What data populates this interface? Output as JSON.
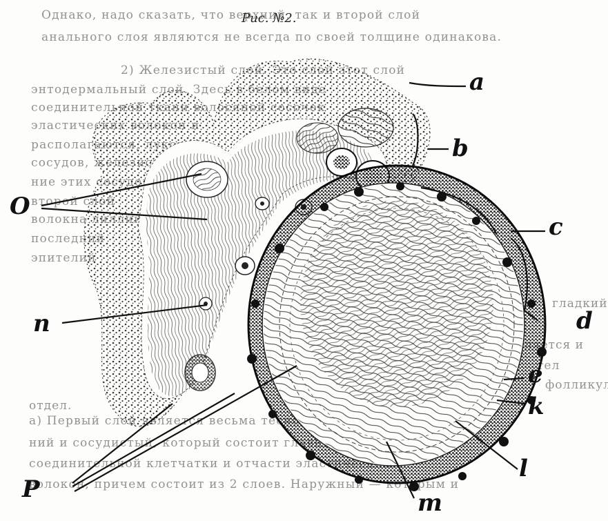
{
  "figure": {
    "caption": "Рис. №2.",
    "labels": {
      "O": "O",
      "n": "n",
      "P": "P",
      "a": "a",
      "b": "b",
      "c": "c",
      "d": "d",
      "e": "e",
      "k": "k",
      "l": "l",
      "m": "m"
    }
  },
  "background_text": {
    "lines": [
      "Однако, надо сказать, что верхний, так и второй слой",
      "анального слоя являются не всегда по своей толщине одинакова.",
      "2) Железистый слой. Это слой этот слой",
      "энтодермальный слой. Здесь в белом виде",
      "соединительной ткани волосяной сосочек",
      "эластических волокон и",
      "располагаются, луковица",
      "сосудов, железистые клетки",
      "ние этих сосудов",
      "второй слой",
      "волокна лиллий",
      "последний",
      "эпителий",
      "",
      "а) Первый слой является весьма тесно прилегающий",
      "ний и сосудистый, который состоит главным образом",
      "соединительной клетчатки и отчасти эластических",
      "волокон, причем состоит из 2 слоев. Наружный — которым и"
    ],
    "right_fragments": [
      "ляется и",
      "тел",
      "отдел.",
      "фолликул",
      "гладкий"
    ]
  }
}
